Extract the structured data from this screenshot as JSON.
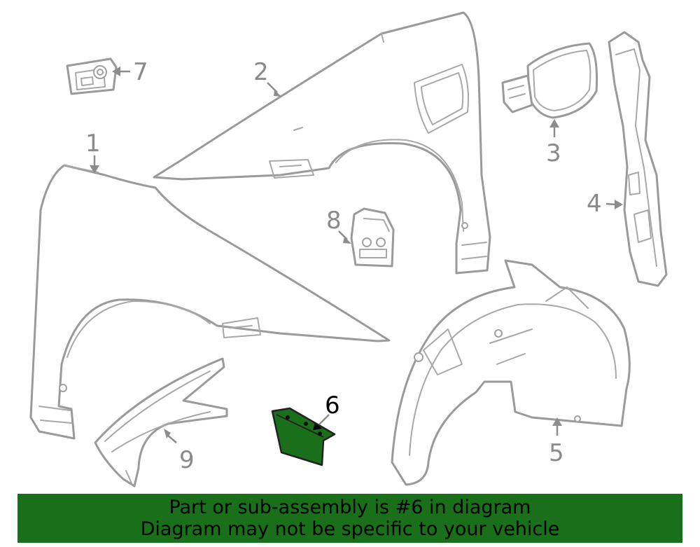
{
  "callouts": {
    "c1": "1",
    "c2": "2",
    "c3": "3",
    "c4": "4",
    "c5": "5",
    "c6": "6",
    "c7": "7",
    "c8": "8",
    "c9": "9"
  },
  "highlighted_part": "6",
  "colors": {
    "highlight": "#1a6f1a",
    "line_art": "#9a9a9a"
  },
  "banner": {
    "line1": "Part or sub-assembly is #6 in diagram",
    "line2": "Diagram may not be specific to your vehicle"
  }
}
